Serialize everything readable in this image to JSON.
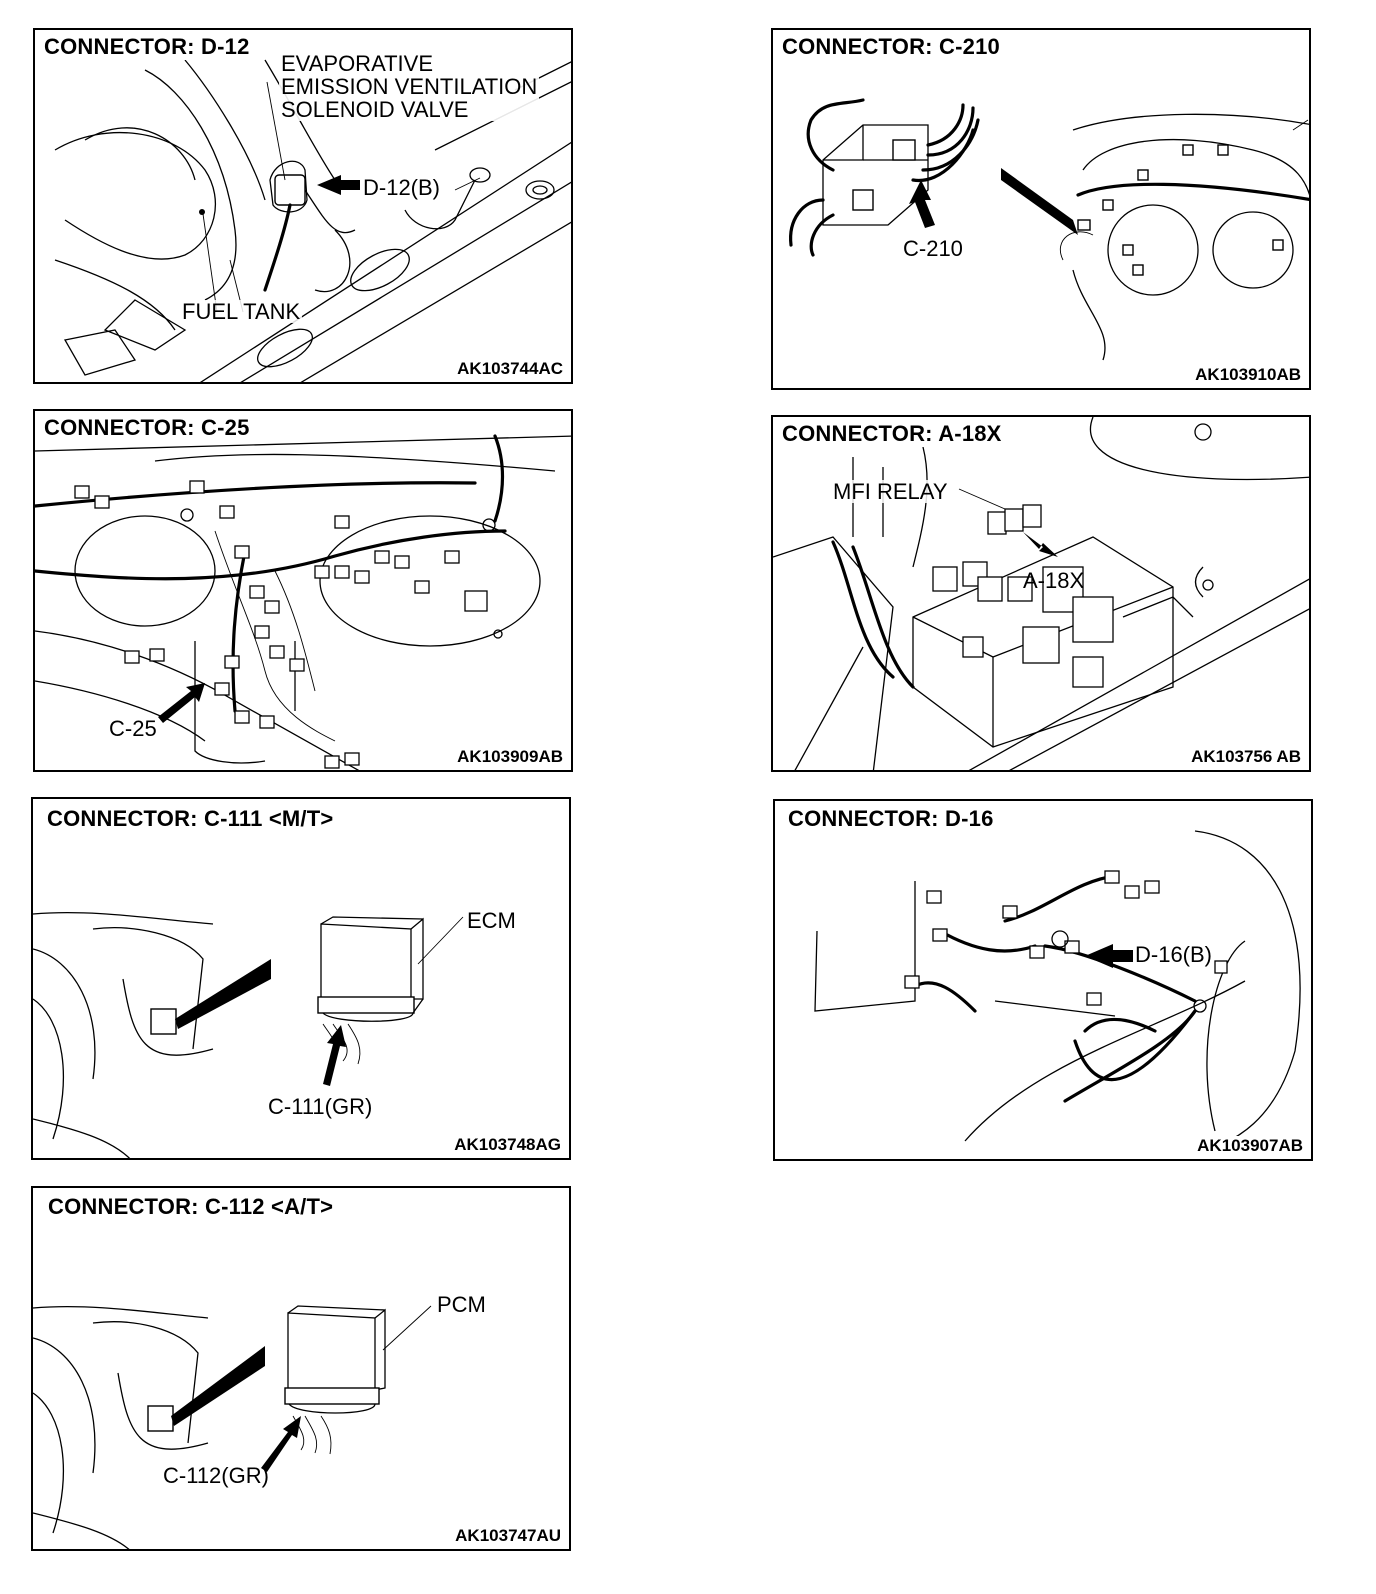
{
  "panels": [
    {
      "title": "CONNECTOR: D-12",
      "fig_id": "AK103744AC",
      "labels": {
        "component": "EVAPORATIVE\nEMISSION VENTILATION\nSOLENOID VALVE",
        "connector": "D-12(B)",
        "tank": "FUEL TANK"
      }
    },
    {
      "title": "CONNECTOR: C-210",
      "fig_id": "AK103910AB",
      "labels": {
        "connector": "C-210"
      }
    },
    {
      "title": "CONNECTOR: C-25",
      "fig_id": "AK103909AB",
      "labels": {
        "connector": "C-25"
      }
    },
    {
      "title": "CONNECTOR: A-18X",
      "fig_id": "AK103756 AB",
      "labels": {
        "component": "MFI RELAY",
        "connector": "A-18X"
      }
    },
    {
      "title": "CONNECTOR: C-111 <M/T>",
      "fig_id": "AK103748AG",
      "labels": {
        "component": "ECM",
        "connector": "C-111(GR)"
      }
    },
    {
      "title": "CONNECTOR: D-16",
      "fig_id": "AK103907AB",
      "labels": {
        "connector": "D-16(B)"
      }
    },
    {
      "title": "CONNECTOR: C-112 <A/T>",
      "fig_id": "AK103747AU",
      "labels": {
        "component": "PCM",
        "connector": "C-112(GR)"
      }
    }
  ]
}
